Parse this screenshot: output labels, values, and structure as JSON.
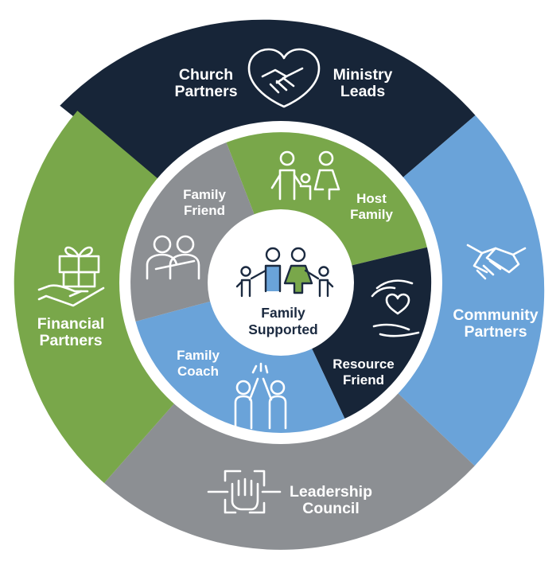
{
  "colors": {
    "navy": "#172538",
    "blue": "#6aa3d9",
    "gray": "#8c8f93",
    "green": "#79a74a",
    "white": "#ffffff",
    "center_text": "#1b2a40"
  },
  "outer_ring": {
    "top": {
      "left_line1": "Church",
      "left_line2": "Partners",
      "right_line1": "Ministry",
      "right_line2": "Leads",
      "icon": "heart-handshake-icon"
    },
    "right": {
      "line1": "Community",
      "line2": "Partners",
      "icon": "handshake-icon"
    },
    "bottom": {
      "line1": "Leadership",
      "line2": "Council",
      "icon": "joined-hands-icon"
    },
    "left": {
      "line1": "Financial",
      "line2": "Partners",
      "icon": "gift-in-hand-icon"
    }
  },
  "inner_ring": {
    "family_friend": {
      "line1": "Family",
      "line2": "Friend",
      "icon": "two-friends-icon"
    },
    "host_family": {
      "line1": "Host",
      "line2": "Family",
      "icon": "family-icon"
    },
    "resource_friend": {
      "line1": "Resource",
      "line2": "Friend",
      "icon": "heart-in-hands-icon"
    },
    "family_coach": {
      "line1": "Family",
      "line2": "Coach",
      "icon": "high-five-icon"
    }
  },
  "center": {
    "line1": "Family",
    "line2": "Supported",
    "icon": "supported-family-icon",
    "colors": {
      "adult1": "#6aa3d9",
      "adult2": "#79a74a"
    }
  }
}
